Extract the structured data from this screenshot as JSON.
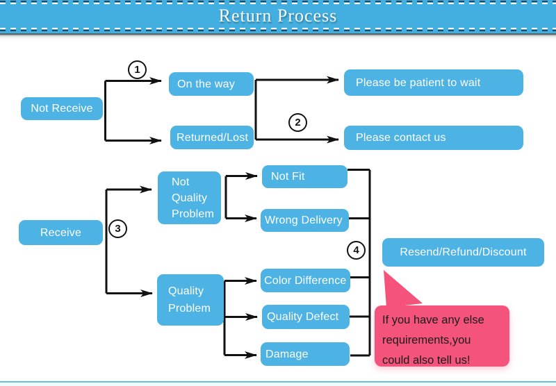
{
  "header": {
    "title": "Return Process"
  },
  "steps": [
    "1",
    "2",
    "3",
    "4"
  ],
  "nodes": {
    "not_receive": "Not Receive",
    "on_the_way": "On the way",
    "returned_lost": "Returned/Lost",
    "be_patient": "Please be patient to wait",
    "contact_us": "Please contact us",
    "receive": "Receive",
    "not_quality_problem": "Not\nQuality\nProblem",
    "quality_problem": "Quality\nProblem",
    "not_fit": "Not Fit",
    "wrong_delivery": "Wrong Delivery",
    "color_difference": "Color Difference",
    "quality_defect": "Quality Defect",
    "damage": "Damage",
    "resend": "Resend/Refund/Discount"
  },
  "bubble": {
    "text": "If you have any else\nrequirements,you\ncould also tell us!"
  },
  "colors": {
    "node_blue": "#4db3e5",
    "header_blue": "#43afe0",
    "bubble_pink": "#f4537b",
    "line_black": "#111111",
    "footer_blue": "#63bfdc"
  }
}
